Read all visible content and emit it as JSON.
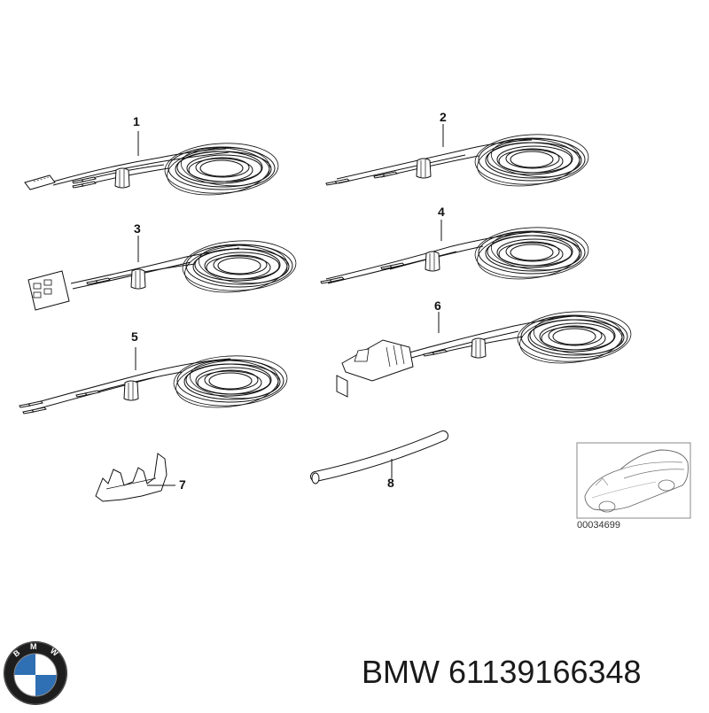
{
  "parts": [
    {
      "number": "1"
    },
    {
      "number": "2"
    },
    {
      "number": "3"
    },
    {
      "number": "4"
    },
    {
      "number": "5"
    },
    {
      "number": "6"
    },
    {
      "number": "7"
    },
    {
      "number": "8"
    }
  ],
  "diagram_code": "00034699",
  "brand": {
    "name": "BMW",
    "part_number": "61139166348",
    "logo_letters": "BMW",
    "colors": {
      "blue": "#2f6fb4",
      "ring": "#1e1e1e"
    }
  }
}
